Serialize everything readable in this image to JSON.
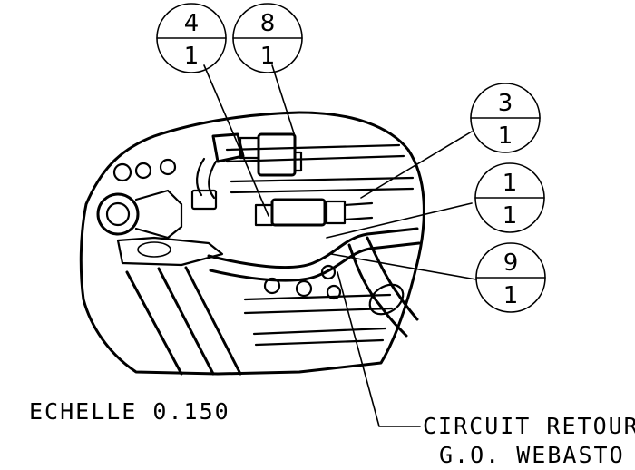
{
  "drawing": {
    "scale_note": "ECHELLE 0.150",
    "callout_lines": [
      "CIRCUIT RETOUR",
      "G.O. WEBASTO"
    ]
  },
  "bubbles": [
    {
      "top": "4",
      "bottom": "1"
    },
    {
      "top": "8",
      "bottom": "1"
    },
    {
      "top": "3",
      "bottom": "1"
    },
    {
      "top": "1",
      "bottom": "1"
    },
    {
      "top": "9",
      "bottom": "1"
    }
  ],
  "colors": {
    "ink": "#000000",
    "paper": "#ffffff"
  }
}
